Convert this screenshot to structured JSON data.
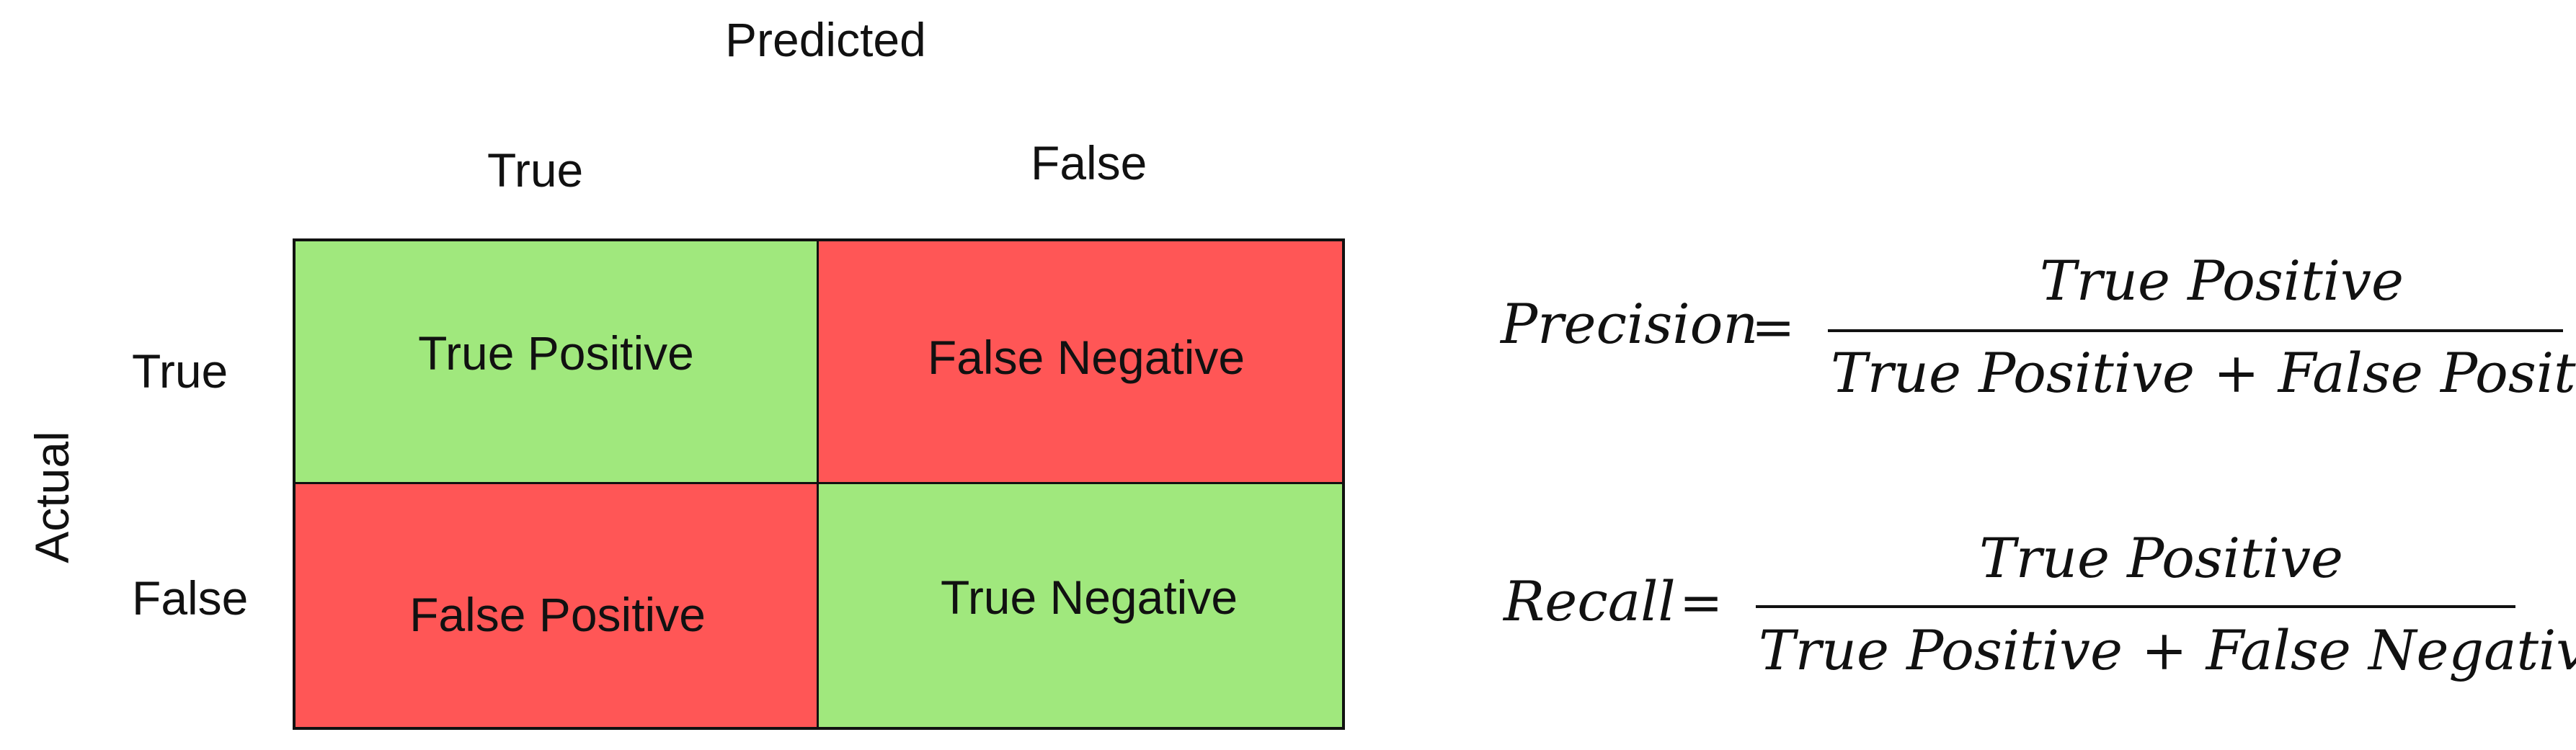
{
  "predicted_title": "Predicted",
  "actual_title": "Actual",
  "columns": [
    "True",
    "False"
  ],
  "rows": [
    "True",
    "False"
  ],
  "cells": [
    {
      "label": "True Positive",
      "color": "#a0e87d"
    },
    {
      "label": "False Negative",
      "color": "#ff5656"
    },
    {
      "label": "False Positive",
      "color": "#ff5656"
    },
    {
      "label": "True Negative",
      "color": "#a0e87d"
    }
  ],
  "precision": {
    "name": "Precision",
    "eq": "=",
    "numerator": "True Positive",
    "den_a": "True Positive",
    "den_op": "+",
    "den_b": "False Positive"
  },
  "recall": {
    "name": "Recall",
    "eq": "=",
    "numerator": "True Positive",
    "den_a": "True Positive",
    "den_op": "+",
    "den_b": "False Negative"
  }
}
